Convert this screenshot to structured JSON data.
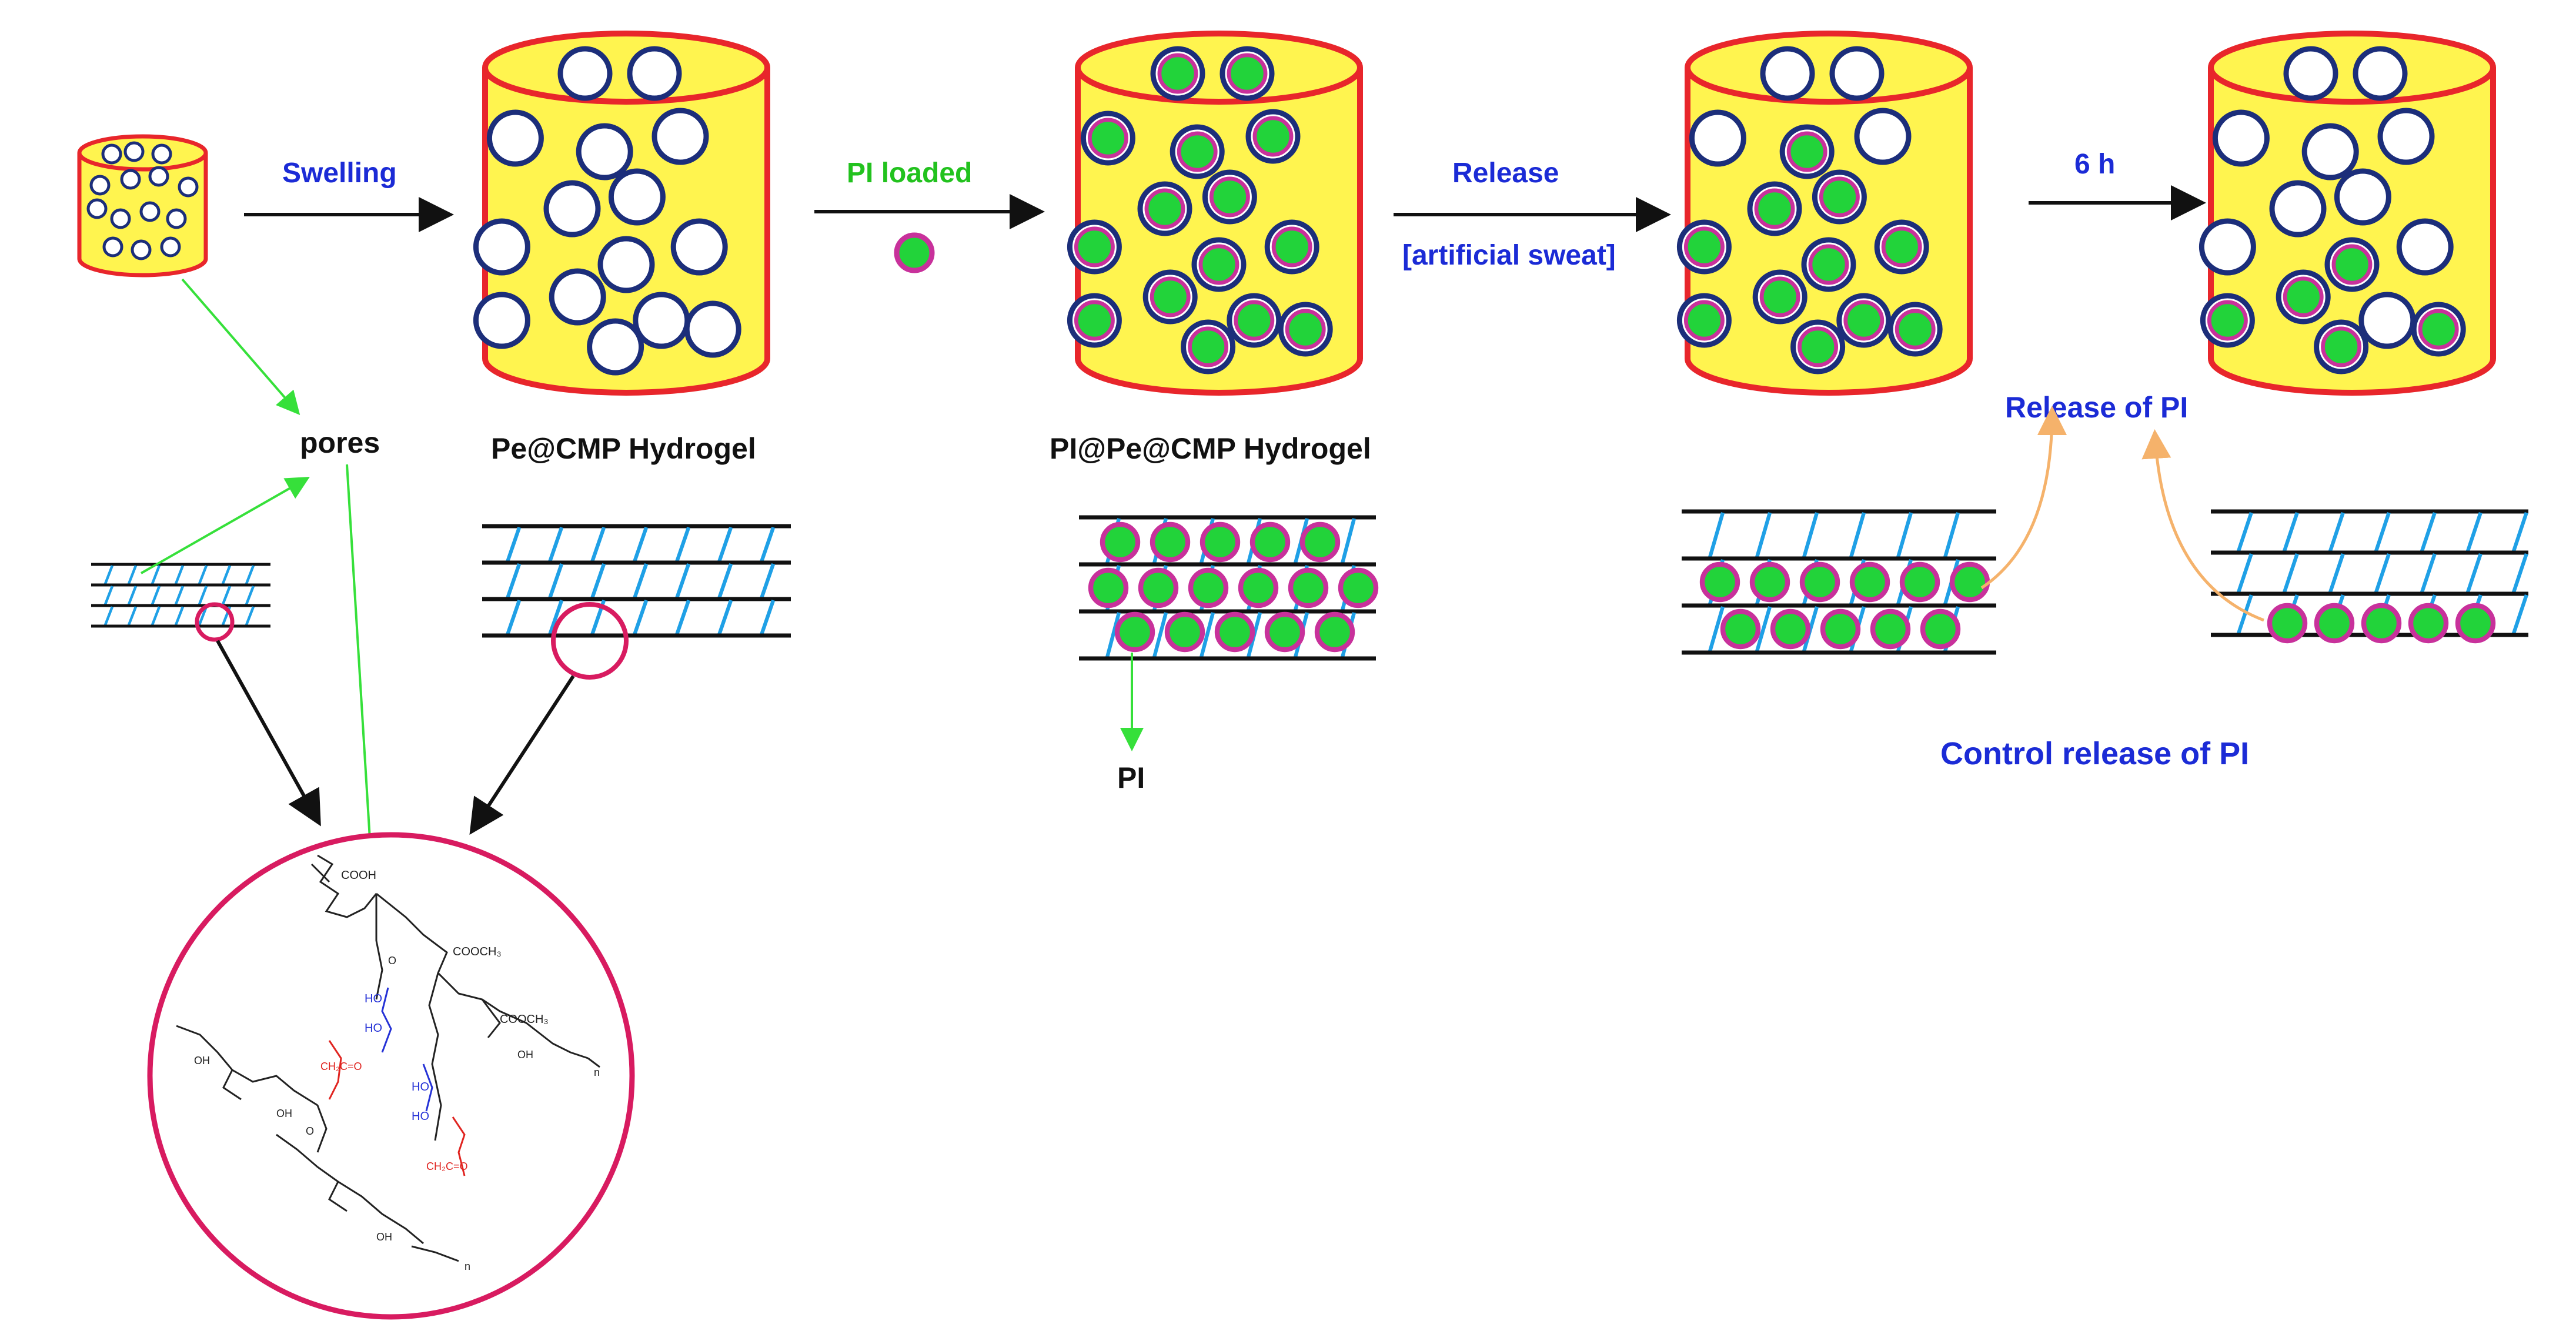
{
  "steps": {
    "swelling": "Swelling",
    "pi_loaded": "PI loaded",
    "release": "Release",
    "artificial_sweat": "[artificial sweat]",
    "time": "6 h"
  },
  "labels": {
    "pores": "pores",
    "pe_cmp_hydrogel": "Pe@CMP Hydrogel",
    "pi_pe_cmp_hydrogel": "PI@Pe@CMP Hydrogel",
    "pi": "PI",
    "release_of_pi": "Release of PI",
    "control_release_of_pi": "Control release of PI"
  },
  "chemistry": {
    "cooh": "COOH",
    "cooch3": "COOCH₃",
    "ho": "HO",
    "oh": "OH",
    "o": "O",
    "ch2c_o": "CH₂C=O",
    "n": "n"
  },
  "colors": {
    "cylinder_fill": "#FFF44F",
    "cylinder_stroke": "#E8262B",
    "pore_stroke": "#1C2E7A",
    "drug_fill": "#22D33A",
    "drug_ring": "#C8319B",
    "step_blue": "#1B2BD6",
    "step_green": "#22C21E",
    "network_black": "#111111",
    "network_blue": "#1FA0E6",
    "zoom_circle": "#D81B60",
    "pointer_green": "#36E03A",
    "release_arrow": "#F5B26B",
    "chem_red": "#E0231F",
    "chem_blue": "#2431D6"
  }
}
